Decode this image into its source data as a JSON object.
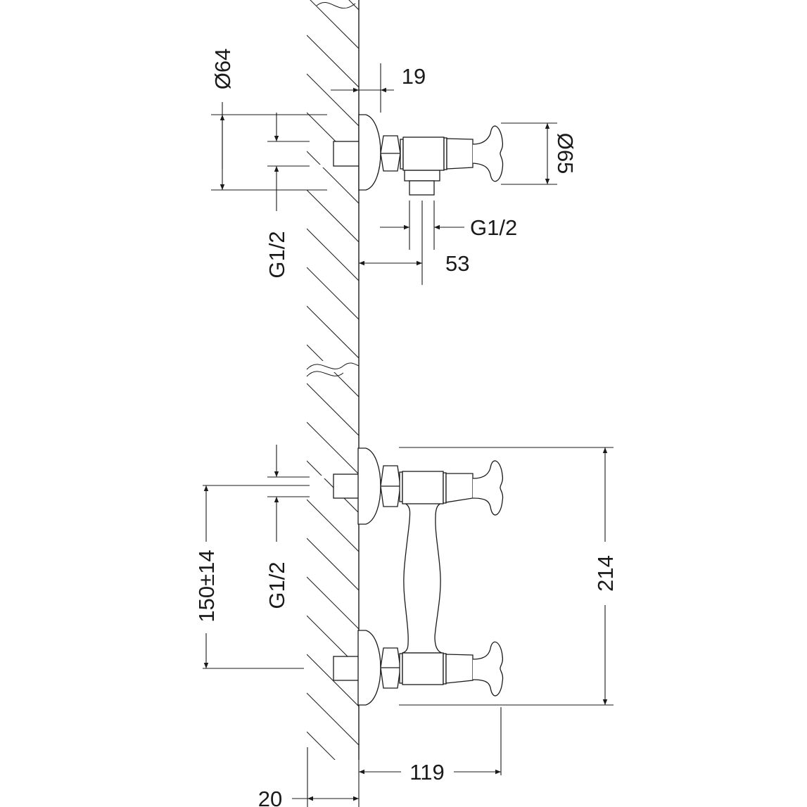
{
  "dimensions": {
    "escutcheon_diameter": "Ø64",
    "wall_gap": "19",
    "handle_diameter": "Ø65",
    "inlet_thread_top": "G1/2",
    "outlet_thread": "G1/2",
    "outlet_offset": "53",
    "inlet_thread_bottom": "G1/2",
    "inlet_spacing": "150±14",
    "total_height": "214",
    "projection": "119",
    "wall_depth": "20"
  },
  "colors": {
    "line": "#1a1a1a",
    "background": "#ffffff"
  }
}
